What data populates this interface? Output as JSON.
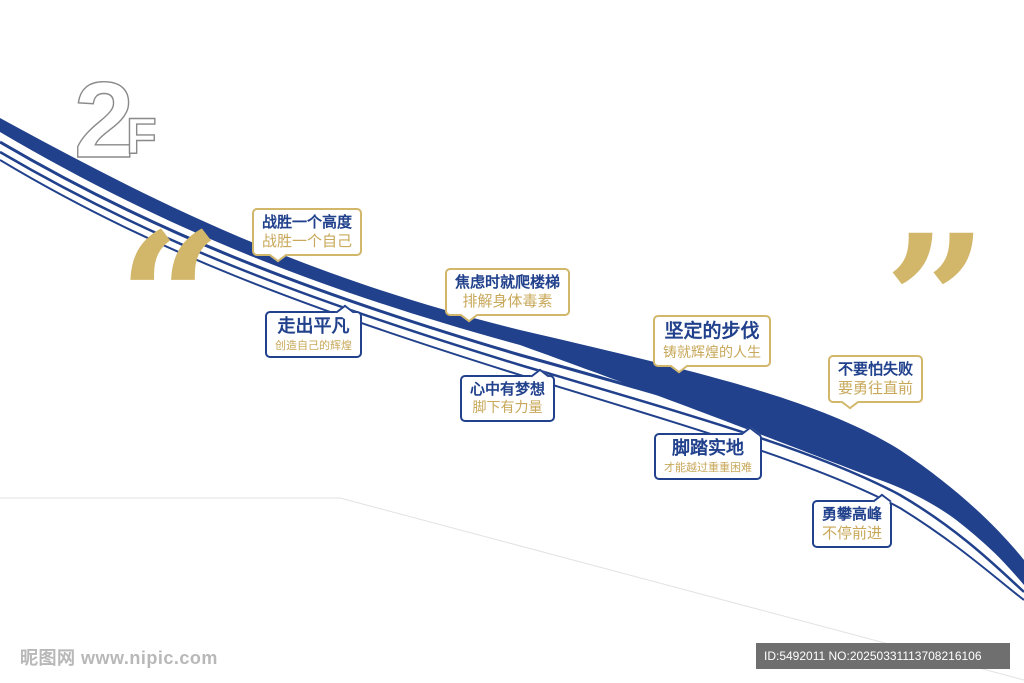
{
  "floor": {
    "number": "2",
    "unit": "F"
  },
  "quotes": {
    "open": "“",
    "close": "”"
  },
  "colors": {
    "ribbon": "#21418c",
    "gold": "#d2b66a",
    "outline": "#8a8a8a"
  },
  "bubbles": [
    {
      "head": "战胜一个高度",
      "sub": "战胜一个自己"
    },
    {
      "head": "走出平凡",
      "sub": "创造自己的辉煌"
    },
    {
      "head": "焦虑时就爬楼梯",
      "sub": "排解身体毒素"
    },
    {
      "head": "心中有梦想",
      "sub": "脚下有力量"
    },
    {
      "head": "坚定的步伐",
      "sub": "铸就辉煌的人生"
    },
    {
      "head": "脚踏实地",
      "sub": "才能越过重重困难"
    },
    {
      "head": "不要怕失败",
      "sub": "要勇往直前"
    },
    {
      "head": "勇攀高峰",
      "sub": "不停前进"
    }
  ],
  "watermark": {
    "left": "昵图网 www.nipic.com",
    "right": "ID:5492011 NO:20250331113708216106"
  }
}
